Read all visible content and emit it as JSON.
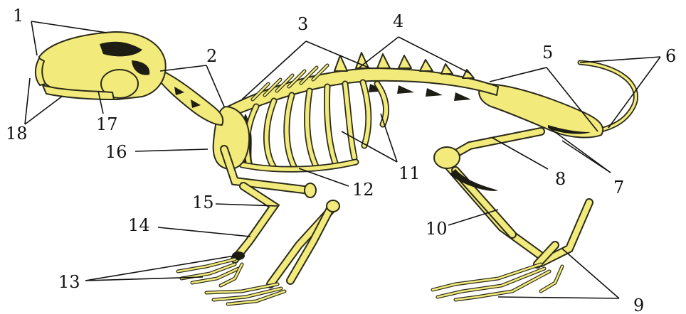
{
  "colors": {
    "bone": "#f2ea7a",
    "outline": "#2a2a1a",
    "background": "#ffffff",
    "label": "#111111"
  },
  "labels": {
    "l1": "1",
    "l2": "2",
    "l3": "3",
    "l4": "4",
    "l5": "5",
    "l6": "6",
    "l7": "7",
    "l8": "8",
    "l9": "9",
    "l10": "10",
    "l11": "11",
    "l12": "12",
    "l13": "13",
    "l14": "14",
    "l15": "15",
    "l16": "16",
    "l17": "17",
    "l18": "18"
  }
}
